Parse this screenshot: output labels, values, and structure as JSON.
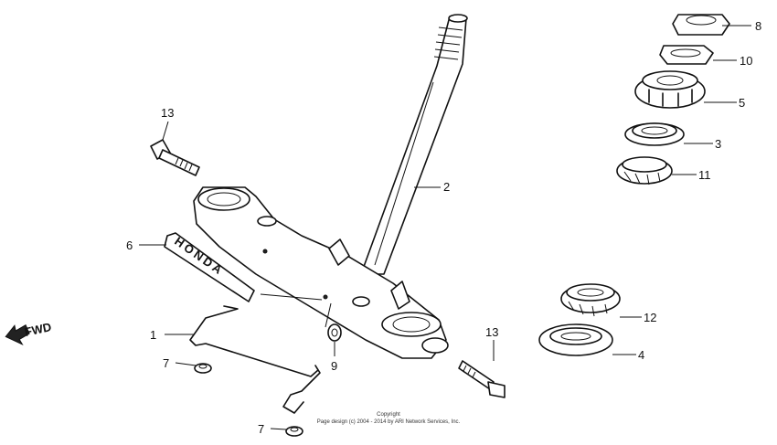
{
  "diagram": {
    "direction_label": "FWD",
    "emblem_text": "HONDA",
    "callouts": {
      "c1": "1",
      "c2": "2",
      "c3": "3",
      "c4": "4",
      "c5": "5",
      "c6": "6",
      "c7a": "7",
      "c7b": "7",
      "c8": "8",
      "c9": "9",
      "c10": "10",
      "c11": "11",
      "c12": "12",
      "c13a": "13",
      "c13b": "13"
    },
    "copyright_line1": "Copyright",
    "copyright_line2": "Page design (c) 2004 - 2014 by ARI Network Services, Inc."
  }
}
